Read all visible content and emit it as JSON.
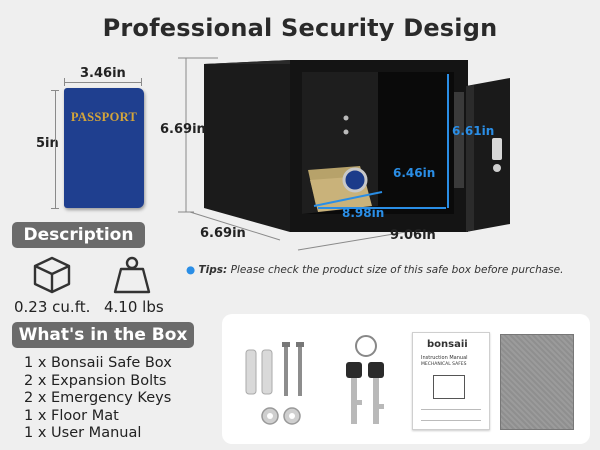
{
  "title": "Professional Security Design",
  "passport": {
    "label": "PASSPORT",
    "width": "3.46in",
    "height": "5in",
    "color": "#1f3f8f",
    "text_color": "#d4a53a"
  },
  "safe": {
    "height": "6.69in",
    "depth": "6.69in",
    "width": "9.06in",
    "inner_height": "6.61in",
    "inner_depth": "6.46in",
    "inner_width": "8.98in"
  },
  "description": {
    "label": "Description",
    "volume_icon": "cube-icon",
    "weight_icon": "weight-icon",
    "volume": "0.23 cu.ft.",
    "weight": "4.10 lbs"
  },
  "box_contents": {
    "label": "What's in the Box",
    "items": [
      "1 x Bonsaii Safe Box",
      "2 x Expansion Bolts",
      "2 x Emergency Keys",
      "1 x Floor Mat",
      "1 x User Manual"
    ]
  },
  "tips": {
    "prefix": "Tips:",
    "text": "Please check the product size of this safe box before purchase."
  },
  "manual": {
    "brand": "bonsaii",
    "title": "Instruction Manual",
    "subtitle": "MECHANICAL SAFES"
  },
  "colors": {
    "accent": "#2a8ee6",
    "pill": "#6b6b6b",
    "background": "#efefef"
  }
}
